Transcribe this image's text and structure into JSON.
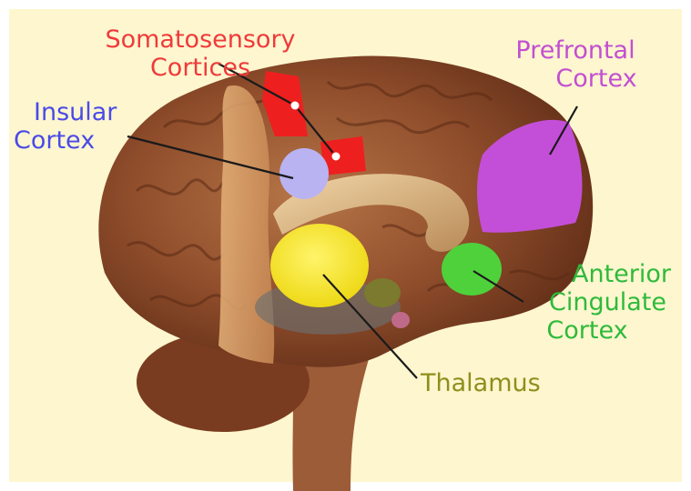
{
  "labels": {
    "somatosensory": {
      "line1": "Somatosensory",
      "line2": "Cortices",
      "color": "#f03a3a"
    },
    "insular": {
      "line1": "Insular",
      "line2": "Cortex",
      "color": "#4a4ae8"
    },
    "prefrontal": {
      "line1": "Prefrontal",
      "line2": "Cortex",
      "color": "#c24fd2"
    },
    "anterior_cingulate": {
      "line1": "Anterior",
      "line2": "Cingulate",
      "line3": "Cortex",
      "color": "#2fba3b"
    },
    "thalamus": {
      "line1": "Thalamus",
      "color": "#8e8f1b"
    }
  },
  "colors": {
    "background": "#fdf6cf",
    "brain": "#8b4a2a",
    "region_somatosensory": "#ee1f1f",
    "region_insular": "#b9b3f2",
    "region_prefrontal": "#c34fd8",
    "region_acc": "#4fd13c",
    "region_thalamus": "#f4e51c"
  }
}
